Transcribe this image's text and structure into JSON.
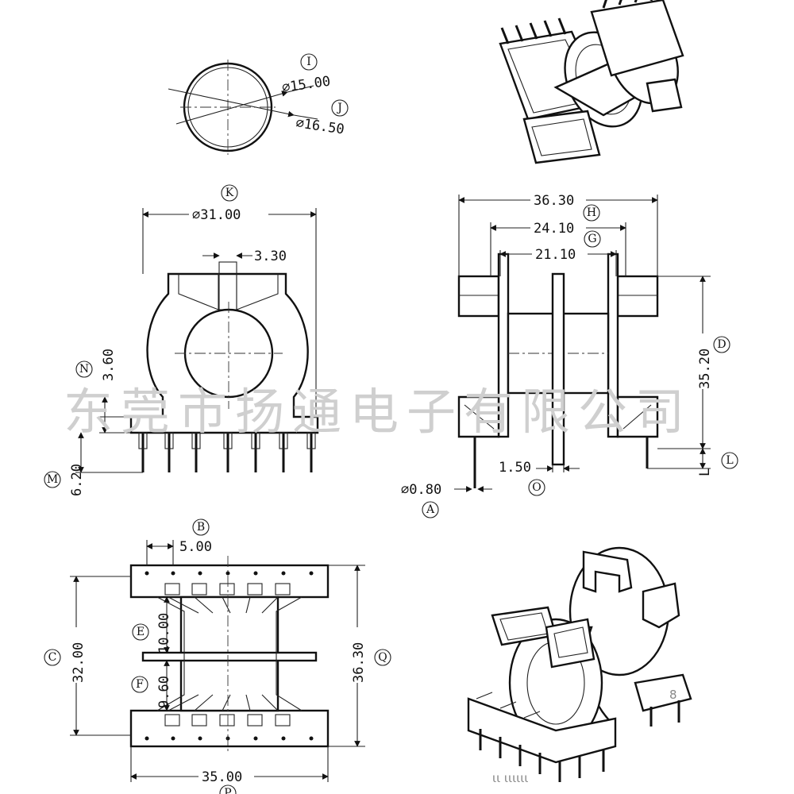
{
  "watermark": "东莞市扬通电子有限公司",
  "page_mark": "8",
  "footer_text": "ιι ιιιιιι",
  "labels": {
    "I": "I",
    "J": "J",
    "K": "K",
    "H": "H",
    "G": "G",
    "D": "D",
    "L": "L",
    "N": "N",
    "M": "M",
    "A": "A",
    "O": "O",
    "B": "B",
    "C": "C",
    "E": "E",
    "F": "F",
    "Q": "Q",
    "P": "P"
  },
  "dimensions": {
    "i_dia": "⌀15.00",
    "j_dia": "⌀16.50",
    "k_dia": "⌀31.00",
    "k_tab": "3.30",
    "overall_width": "36.30",
    "h_width": "24.10",
    "g_width": "21.10",
    "d_height": "35.20",
    "l_pin": "L",
    "n_height": "3.60",
    "m_height": "6.20",
    "a_pin": "⌀0.80",
    "o_gap": "1.50",
    "b_pitch": "5.00",
    "c_length": "32.00",
    "e_width": "10.00",
    "f_width": "9.60",
    "q_length": "36.30",
    "p_width": "35.00"
  }
}
